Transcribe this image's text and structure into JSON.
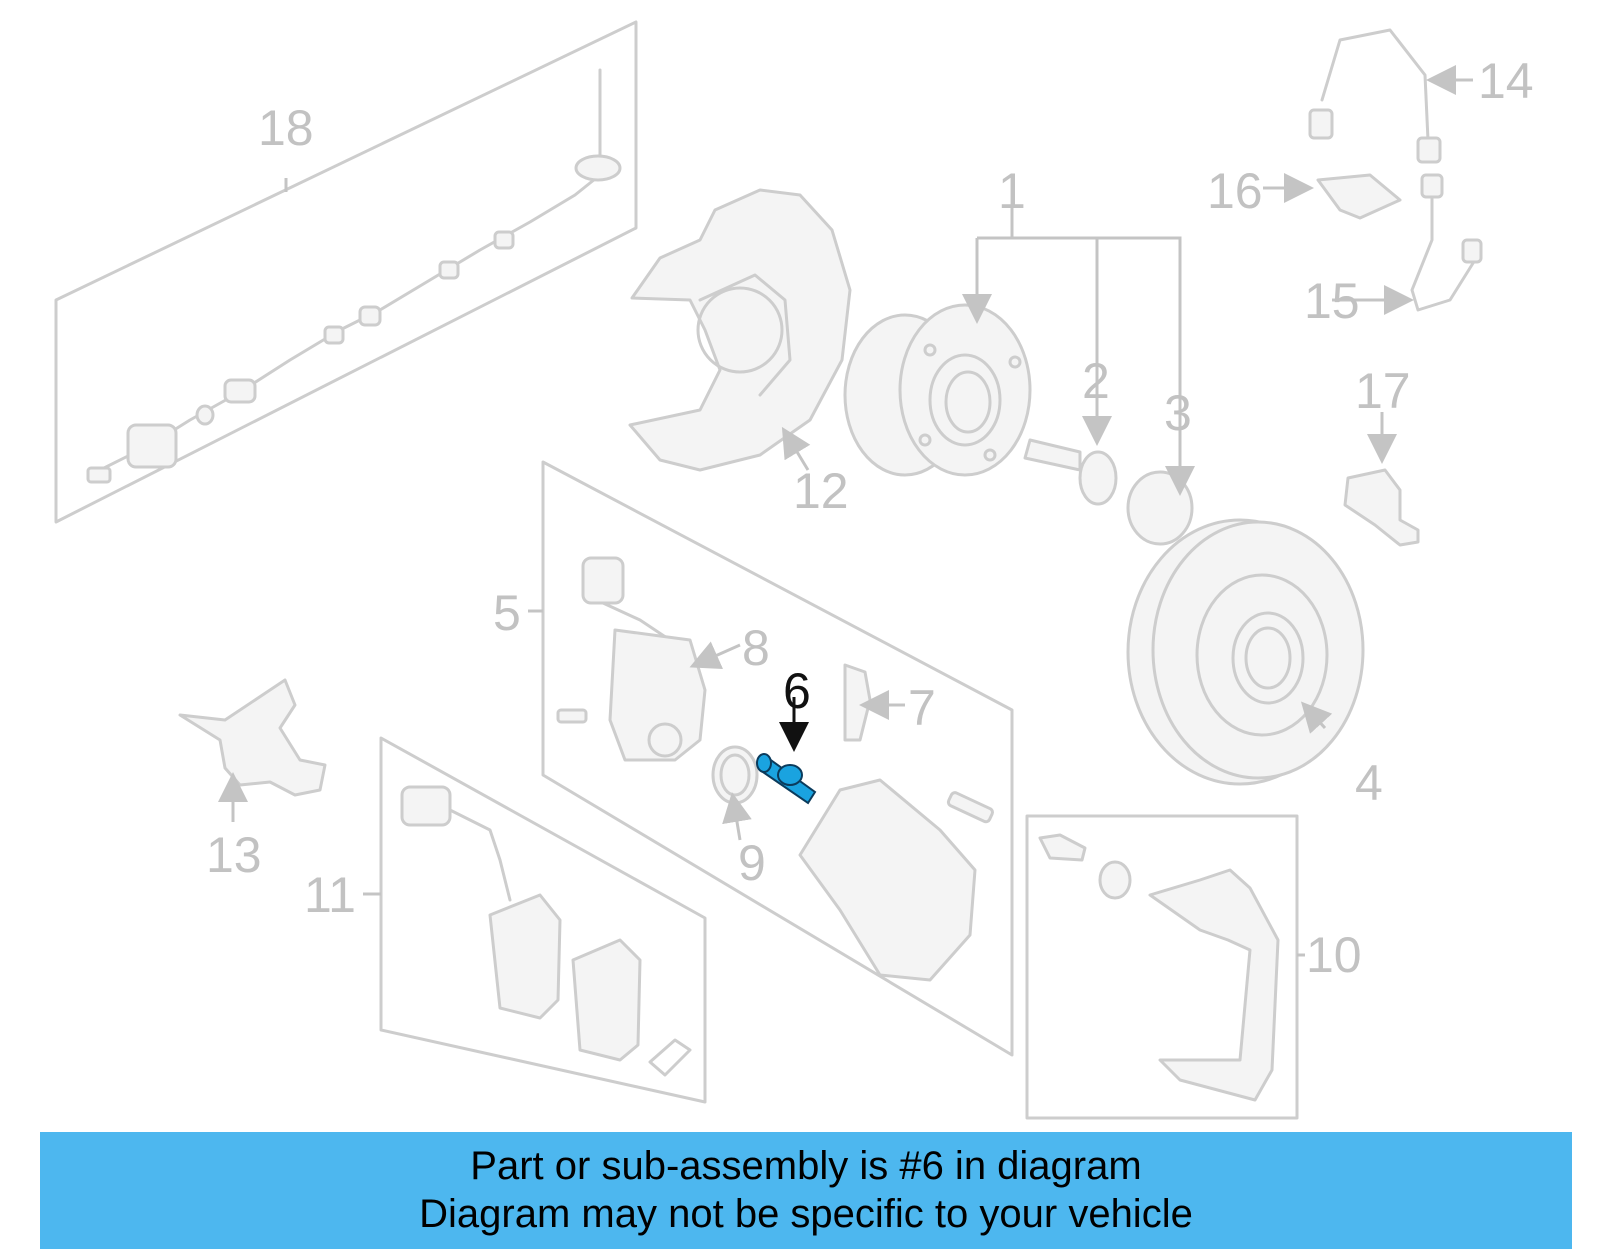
{
  "diagram": {
    "callouts": {
      "n1": "1",
      "n2": "2",
      "n3": "3",
      "n4": "4",
      "n5": "5",
      "n6": "6",
      "n7": "7",
      "n8": "8",
      "n9": "9",
      "n10": "10",
      "n11": "11",
      "n12": "12",
      "n13": "13",
      "n14": "14",
      "n15": "15",
      "n16": "16",
      "n17": "17",
      "n18": "18"
    },
    "highlighted_part": "6",
    "colors": {
      "line": "#cdcdcd",
      "highlight": "#1aa3e0",
      "banner": "#4db7ef"
    }
  },
  "banner": {
    "line1": "Part or sub-assembly is #6 in diagram",
    "line2": "Diagram may not be specific to your vehicle"
  }
}
